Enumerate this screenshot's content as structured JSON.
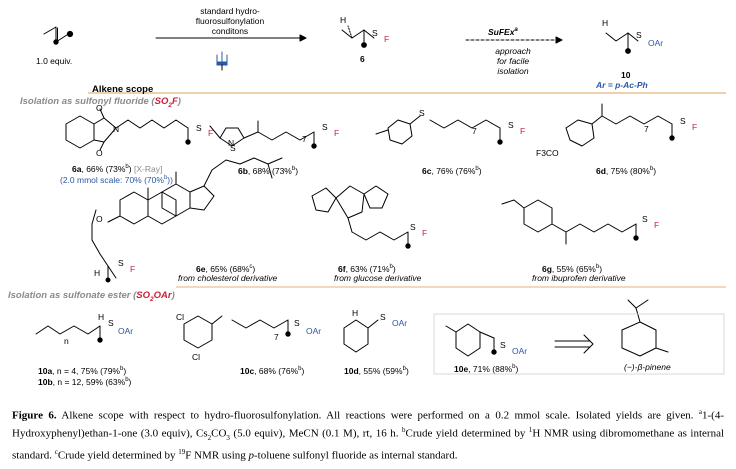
{
  "top": {
    "conditions_l1": "standard hydro-",
    "conditions_l2": "fluorosulfonylation",
    "conditions_l3": "conditons",
    "equiv": "1.0 equiv.",
    "prod6": "6",
    "sufex": "SuFEx",
    "sufex_sup": "a",
    "approach_l1": "approach",
    "approach_l2": "for facile",
    "approach_l3": "isolation",
    "prod10": "10",
    "ar_def": "Ar = p-Ac-Ph"
  },
  "scope_title": "Alkene scope",
  "section1": {
    "pre": "Isolation as sulfonyl fluoride (",
    "tag": "SO",
    "sub": "2",
    "tagF": "F",
    "post": ")"
  },
  "section2": {
    "pre": "Isolation as sulfonate ester (",
    "tag": "SO",
    "sub": "2",
    "tagF": "OAr",
    "post": ")"
  },
  "compounds": {
    "c6a": {
      "id": "6a",
      "text": ", 66% (73%",
      "sup": "b",
      "post": ")",
      "xray": " [X-Ray]",
      "scale": "(2.0 mmol scale: 70% (70%",
      "scale_sup": "b",
      "scale_post": "))"
    },
    "c6b": {
      "id": "6b",
      "text": ", 68% (73%",
      "sup": "b",
      "post": ")"
    },
    "c6c": {
      "id": "6c",
      "text": ", 76% (76%",
      "sup": "b",
      "post": ")"
    },
    "c6d": {
      "id": "6d",
      "text": ", 75% (80%",
      "sup": "b",
      "post": ")"
    },
    "c6e": {
      "id": "6e",
      "text": ", 65% (68%",
      "sup": "c",
      "post": ")",
      "from": "from cholesterol derivative"
    },
    "c6f": {
      "id": "6f",
      "text": ", 63% (71%",
      "sup": "b",
      "post": ")",
      "from": "from glucose derivative"
    },
    "c6g": {
      "id": "6g",
      "text": ", 55% (65%",
      "sup": "b",
      "post": ")",
      "from": "from ibuprofen derivative"
    },
    "c10a": {
      "id": "10a",
      "text": ", n = 4, 75% (79%",
      "sup": "b",
      "post": ")"
    },
    "c10b": {
      "id": "10b",
      "text": ", n = 12, 59% (63%",
      "sup": "b",
      "post": ")"
    },
    "c10c": {
      "id": "10c",
      "text": ", 68% (76%",
      "sup": "b",
      "post": ")"
    },
    "c10d": {
      "id": "10d",
      "text": ", 55% (59%",
      "sup": "b",
      "post": ")"
    },
    "c10e": {
      "id": "10e",
      "text": ", 71% (88%",
      "sup": "b",
      "post": ")"
    },
    "pinene": "(−)-β-pinene"
  },
  "atoms": {
    "H": "H",
    "S": "S",
    "O": "O",
    "F": "F",
    "OAr": "OAr",
    "N": "N",
    "Cl": "Cl",
    "F3CO": "F3CO",
    "n": "n",
    "seven": "7"
  },
  "caption": {
    "fig": "Figure 6.",
    "body1": " Alkene scope with respect to hydro-fluorosulfonylation. All reactions were performed on a 0.2 mmol scale. Isolated yields are given. ",
    "a": "a",
    "body2": "1-(4-Hydroxyphenyl)ethan-1-one (3.0 equiv), Cs",
    "s1": "2",
    "body3": "CO",
    "s2": "3",
    "body4": " (5.0 equiv), MeCN (0.1 M), rt, 16 h. ",
    "b": "b",
    "body5": "Crude yield determined by ",
    "h1": "1",
    "body6": "H NMR using dibromomethane as internal standard. ",
    "c": "c",
    "body7": "Crude yield determined by ",
    "f19": "19",
    "body8": "F NMR using ",
    "pi": "p",
    "body9": "-toluene sulfonyl fluoride as internal standard."
  },
  "colors": {
    "accent_red": "#c9203a",
    "accent_blue": "#2a57a8",
    "divider": "#e8b27a",
    "gray": "#8a8a8a",
    "box": "#ececec"
  }
}
